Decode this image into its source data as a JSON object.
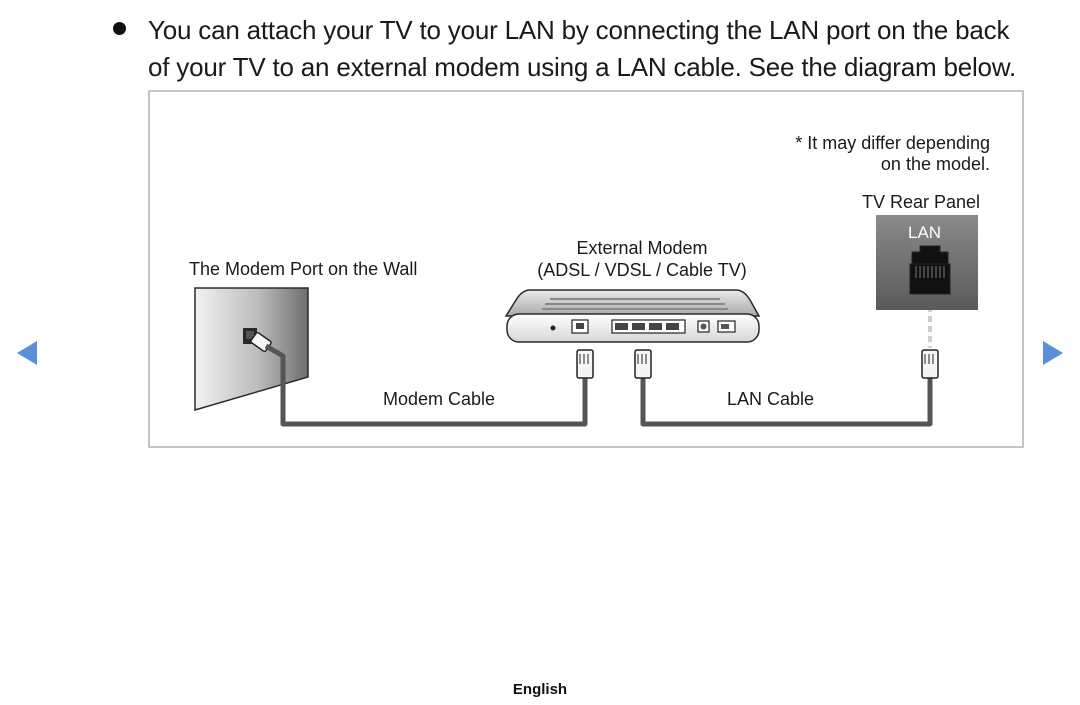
{
  "paragraph": {
    "line1": "You can attach your TV to your LAN by connecting the LAN port on the back",
    "line2": "of your TV to an external modem using a LAN cable. See the diagram below."
  },
  "diagram": {
    "note_line1": "* It may differ depending",
    "note_line2": "on the model.",
    "tv_panel_label": "TV Rear Panel",
    "lan_port_label": "LAN",
    "modem_label_line1": "External Modem",
    "modem_label_line2": "(ADSL / VDSL / Cable TV)",
    "wall_port_label": "The Modem Port on the Wall",
    "modem_cable_label": "Modem Cable",
    "lan_cable_label": "LAN Cable"
  },
  "navigation": {
    "prev_icon": "left-triangle-icon",
    "next_icon": "right-triangle-icon",
    "arrow_color": "#5b8fd8"
  },
  "footer": {
    "language": "English"
  }
}
